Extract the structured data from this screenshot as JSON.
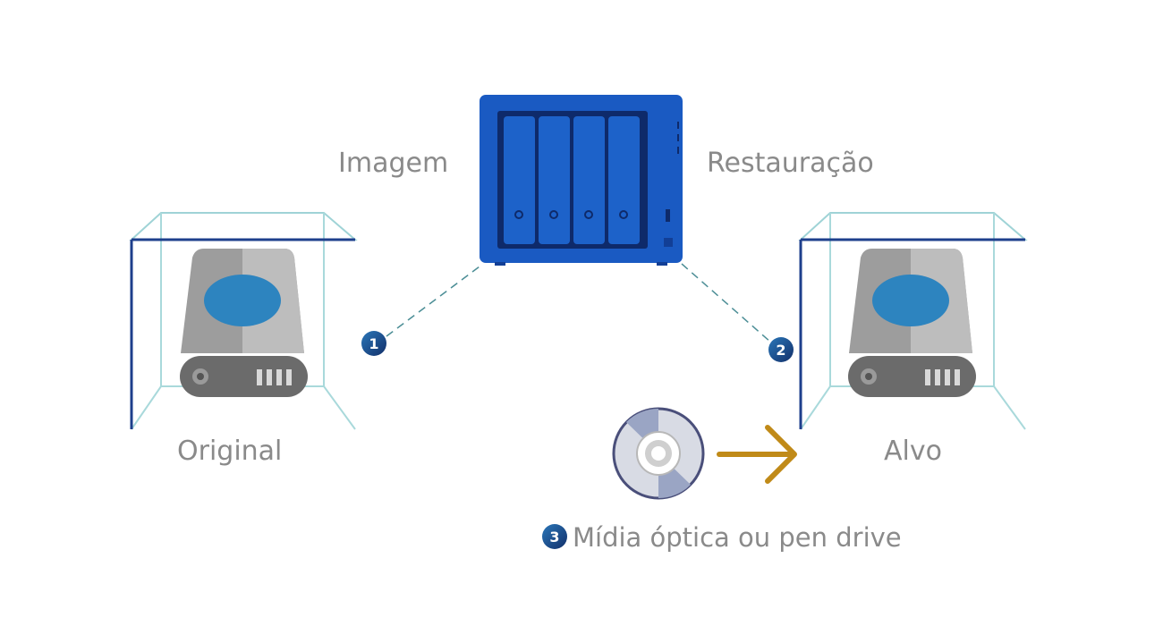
{
  "labels": {
    "image": "Imagem",
    "restore": "Restauração",
    "original": "Original",
    "target": "Alvo",
    "media": "Mídia óptica ou pen drive"
  },
  "steps": {
    "one": "1",
    "two": "2",
    "three": "3"
  },
  "colors": {
    "nas_blue": "#1a5ac2",
    "nas_dark": "#123f96",
    "box_navy": "#1e3f8c",
    "box_teal": "#3aa6ad",
    "drive_gray": "#9d9d9d",
    "drive_light": "#bdbdbd",
    "drive_dark": "#6b6b6b",
    "platter_blue": "#2d84bf",
    "badge_navy": "#1b3a78",
    "arrow_gold": "#c08a18",
    "text_gray": "#8a8a8a"
  },
  "icons": [
    "nas-icon",
    "hard-drive-icon",
    "optical-disc-icon",
    "arrow-right-icon"
  ]
}
